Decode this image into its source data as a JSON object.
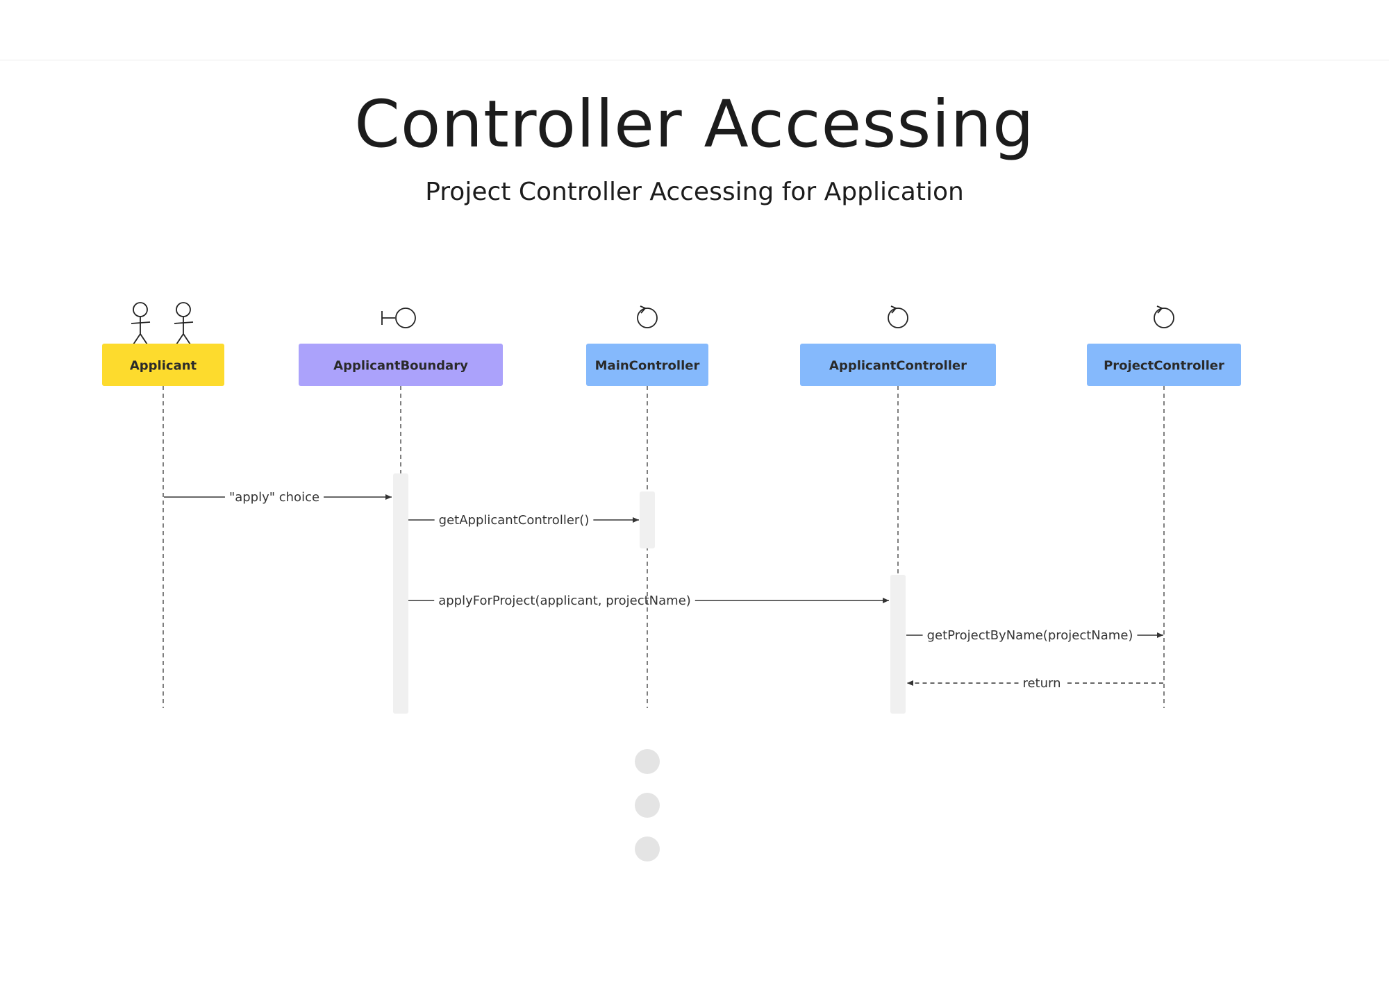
{
  "header": {
    "title": "Controller Accessing",
    "subtitle": "Project Controller Accessing for Application"
  },
  "colors": {
    "actor": "#fddb2d",
    "boundary": "#aba2fb",
    "controller": "#85b9fc",
    "lifeline": "#555555",
    "activation": "#f0f0f0",
    "ellipsis": "#e4e4e4"
  },
  "participants": [
    {
      "id": "applicant",
      "label": "Applicant",
      "kind": "actor",
      "icon": "actor-icon"
    },
    {
      "id": "applicant-boundary",
      "label": "ApplicantBoundary",
      "kind": "boundary",
      "icon": "boundary-icon"
    },
    {
      "id": "main-controller",
      "label": "MainController",
      "kind": "controller",
      "icon": "control-icon"
    },
    {
      "id": "applicant-controller",
      "label": "ApplicantController",
      "kind": "controller",
      "icon": "control-icon"
    },
    {
      "id": "project-controller",
      "label": "ProjectController",
      "kind": "controller",
      "icon": "control-icon"
    }
  ],
  "messages": [
    {
      "from": "applicant",
      "to": "applicant-boundary",
      "label": "\"apply\" choice",
      "style": "solid"
    },
    {
      "from": "applicant-boundary",
      "to": "main-controller",
      "label": "getApplicantController()",
      "style": "solid"
    },
    {
      "from": "applicant-boundary",
      "to": "applicant-controller",
      "label": "applyForProject(applicant, projectName)",
      "style": "solid"
    },
    {
      "from": "applicant-controller",
      "to": "project-controller",
      "label": "getProjectByName(projectName)",
      "style": "solid"
    },
    {
      "from": "project-controller",
      "to": "applicant-controller",
      "label": "return",
      "style": "dashed"
    }
  ]
}
